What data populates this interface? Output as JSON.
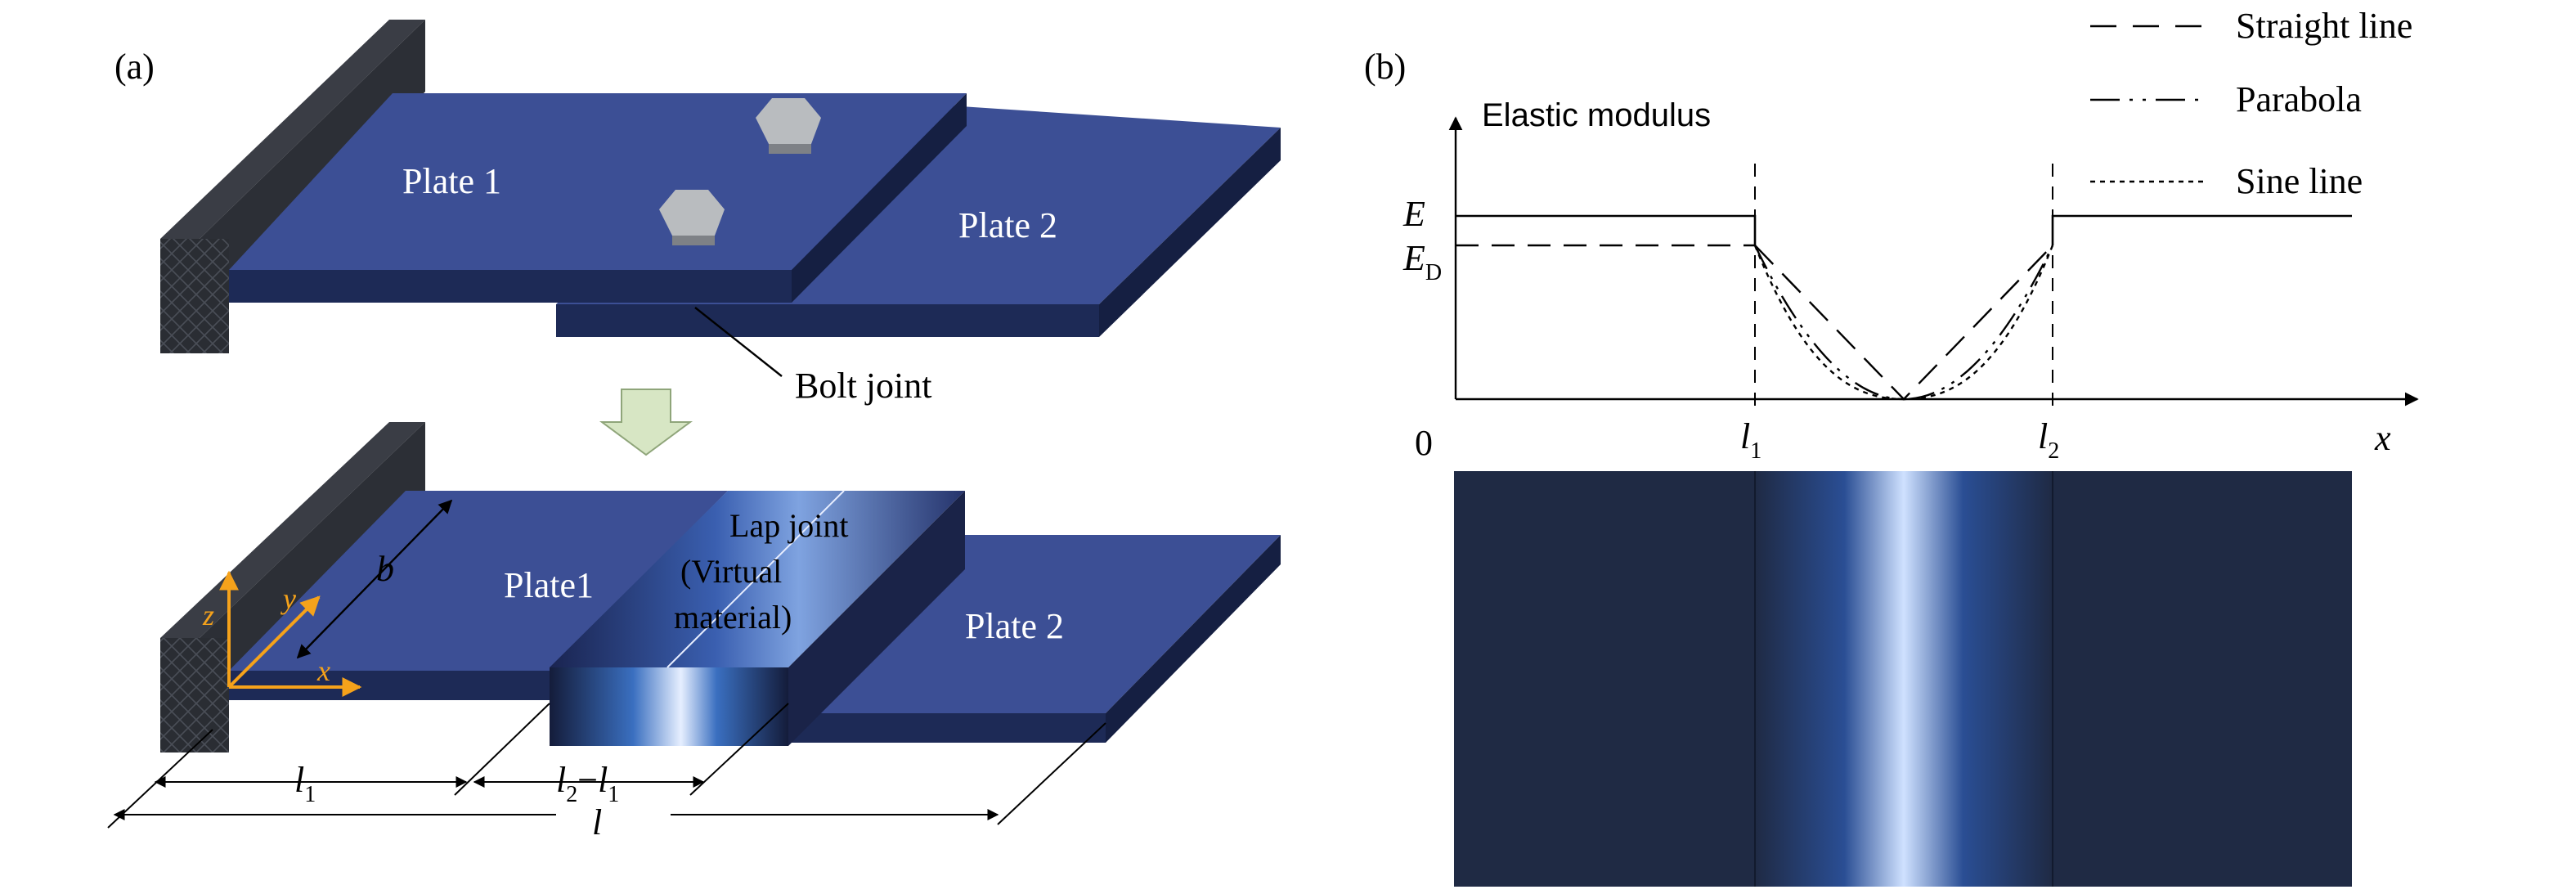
{
  "panel_a": {
    "label": "(a)",
    "plate1_top": "Plate 1",
    "plate2_top": "Plate 2",
    "bolt_joint": "Bolt joint",
    "plate1_bottom": "Plate1",
    "plate2_bottom": "Plate 2",
    "lap_joint_line1": "Lap joint",
    "lap_joint_line2": "(Virtual",
    "lap_joint_line3": "material)",
    "dim_b": "b",
    "axis_x": "x",
    "axis_y": "y",
    "axis_z": "z",
    "dim_l1": "l",
    "dim_l1_sub": "1",
    "dim_l2_l1_a": "l",
    "dim_l2_l1_a_sub": "2",
    "dim_l2_l1_minus": "−",
    "dim_l2_l1_b": "l",
    "dim_l2_l1_b_sub": "1",
    "dim_l": "l"
  },
  "panel_b": {
    "label": "(b)",
    "ylabel": "Elastic modulus",
    "xlabel": "x",
    "origin": "0",
    "E": "E",
    "ED": "E",
    "ED_sub": "D",
    "l1": "l",
    "l1_sub": "1",
    "l2": "l",
    "l2_sub": "2",
    "legend": [
      {
        "label": "Straight line"
      },
      {
        "label": "Parabola"
      },
      {
        "label": "Sine line"
      }
    ]
  },
  "colors": {
    "plate_top": "#3c4f95",
    "plate_front": "#1d2a56",
    "bar_dark": "#1f2a44",
    "bar_light": "#cde0ff",
    "gradient_blue": "#3a6fc0",
    "wall": "#2c2f36"
  },
  "chart_data": {
    "type": "line",
    "title": "",
    "xlabel": "x",
    "ylabel": "Elastic modulus",
    "x_ticks": [
      "0",
      "l1",
      "l2"
    ],
    "y_ticks": [
      "E",
      "ED"
    ],
    "series": [
      {
        "name": "Straight line",
        "description_points": [
          [
            "0",
            "ED"
          ],
          [
            "l1",
            "ED"
          ],
          [
            "(l1+l2)/2",
            "0"
          ],
          [
            "l2",
            "ED"
          ]
        ]
      },
      {
        "name": "Parabola",
        "description_points": [
          [
            "l1",
            "ED"
          ],
          [
            "(l1+l2)/2",
            "0"
          ],
          [
            "l2",
            "ED"
          ]
        ]
      },
      {
        "name": "Sine line",
        "description_points": [
          [
            "l1",
            "ED"
          ],
          [
            "(l1+l2)/2",
            "0"
          ],
          [
            "l2",
            "ED"
          ]
        ]
      }
    ],
    "legend_position": "top-right"
  }
}
